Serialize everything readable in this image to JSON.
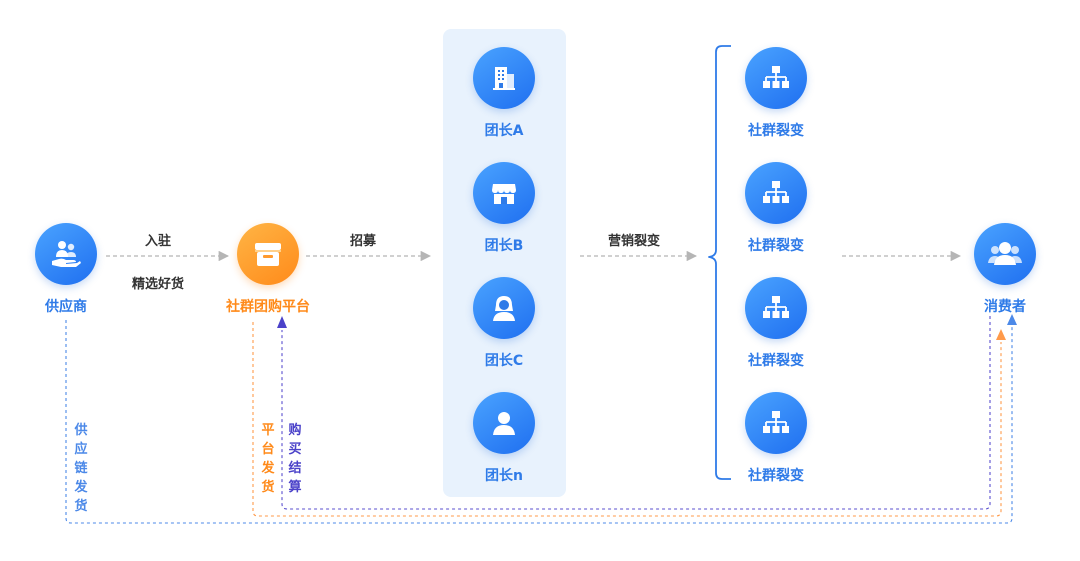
{
  "nodes": {
    "supplier": {
      "label": "供应商",
      "icon": "hand-people-icon"
    },
    "platform": {
      "label": "社群团购平台",
      "icon": "store-box-icon"
    },
    "consumer": {
      "label": "消费者",
      "icon": "users-icon"
    },
    "leaders": [
      {
        "label": "团长A",
        "icon": "building-icon"
      },
      {
        "label": "团长B",
        "icon": "storefront-icon"
      },
      {
        "label": "团长C",
        "icon": "female-user-icon"
      },
      {
        "label": "团长n",
        "icon": "user-icon"
      }
    ],
    "fission": [
      {
        "label": "社群裂变",
        "icon": "org-tree-icon"
      },
      {
        "label": "社群裂变",
        "icon": "org-tree-icon"
      },
      {
        "label": "社群裂变",
        "icon": "org-tree-icon"
      },
      {
        "label": "社群裂变",
        "icon": "org-tree-icon"
      }
    ]
  },
  "edges": {
    "settle_in": "入驻",
    "select_goods": "精选好货",
    "recruit": "招募",
    "marketing_fission": "营销裂变"
  },
  "return_flows": {
    "supply_chain_shipping": "供应链发货",
    "platform_shipping": "平台发货",
    "purchase_settlement": "购买结算"
  },
  "colors": {
    "primary_blue": "#2f7be8",
    "accent_orange": "#ff8a1a",
    "panel_bg": "#e8f2fd",
    "arrow_gray": "#b5b5b5",
    "return_blue": "#4c89e8",
    "return_orange": "#ff9a4a",
    "return_purple": "#5a4fcf"
  }
}
